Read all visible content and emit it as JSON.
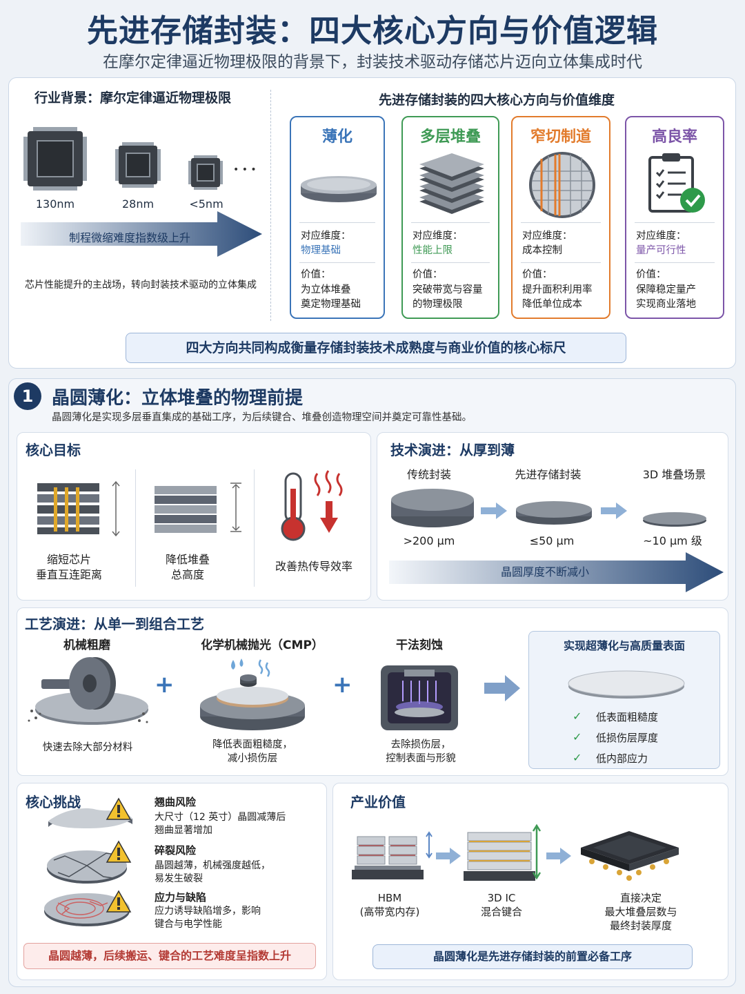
{
  "title": "先进存储封装：四大核心方向与价值逻辑",
  "subtitle": "在摩尔定律逼近物理极限的背景下，封装技术驱动存储芯片迈向立体集成时代",
  "background": {
    "heading": "行业背景：摩尔定律逼近物理极限",
    "nodes": [
      "130nm",
      "28nm",
      "<5nm"
    ],
    "dots": "• • •",
    "arrow_label": "制程微缩难度指数级上升",
    "note": "芯片性能提升的主战场，转向封装技术驱动的立体集成"
  },
  "directions": {
    "heading": "先进存储封装的四大核心方向与价值维度",
    "dim_label": "对应维度：",
    "val_label": "价值：",
    "cards": [
      {
        "title": "薄化",
        "dimension": "物理基础",
        "value1": "为立体堆叠",
        "value2": "奠定物理基础",
        "color": "#3a74b8",
        "icon": "wafer-thin-icon"
      },
      {
        "title": "多层堆叠",
        "dimension": "性能上限",
        "value1": "突破带宽与容量",
        "value2": "的物理极限",
        "color": "#3f9a55",
        "icon": "stacked-layers-icon"
      },
      {
        "title": "窄切制道",
        "dimension": "成本控制",
        "value1": "提升面积利用率",
        "value2": "降低单位成本",
        "color": "#e27b2c",
        "icon": "wafer-dicing-icon"
      },
      {
        "title": "高良率",
        "dimension": "量产可行性",
        "value1": "保障稳定量产",
        "value2": "实现商业落地",
        "color": "#7c55a8",
        "icon": "checklist-icon"
      }
    ],
    "summary": "四大方向共同构成衡量存储封装技术成熟度与商业价值的核心标尺"
  },
  "section1": {
    "number": "1",
    "title": "晶圆薄化：立体堆叠的物理前提",
    "desc": "晶圆薄化是实现多层垂直集成的基础工序，为后续键合、堆叠创造物理空间并奠定可靠性基础。",
    "goals": {
      "heading": "核心目标",
      "items": [
        {
          "line1": "缩短芯片",
          "line2": "垂直互连距离"
        },
        {
          "line1": "降低堆叠",
          "line2": "总高度"
        },
        {
          "line1": "改善热传导效率",
          "line2": ""
        }
      ]
    },
    "evolution": {
      "heading": "技术演进：从厚到薄",
      "stages": [
        {
          "name": "传统封装",
          "thickness": ">200 μm"
        },
        {
          "name": "先进存储封装",
          "thickness": "≤50 μm"
        },
        {
          "name": "3D 堆叠场景",
          "thickness": "~10 μm 级"
        }
      ],
      "arrow_label": "晶圆厚度不断减小"
    },
    "process": {
      "heading": "工艺演进：从单一到组合工艺",
      "steps": [
        {
          "name": "机械粗磨",
          "desc1": "快速去除大部分材料",
          "desc2": ""
        },
        {
          "name": "化学机械抛光（CMP）",
          "desc1": "降低表面粗糙度，",
          "desc2": "减小损伤层"
        },
        {
          "name": "干法刻蚀",
          "desc1": "去除损伤层，",
          "desc2": "控制表面与形貌"
        }
      ],
      "plus": "+",
      "result_title": "实现超薄化与高质量表面",
      "results": [
        "低表面粗糙度",
        "低损伤层厚度",
        "低内部应力"
      ]
    },
    "challenges": {
      "heading": "核心挑战",
      "items": [
        {
          "title": "翘曲风险",
          "d1": "大尺寸（12 英寸）晶圆减薄后",
          "d2": "翘曲显著增加"
        },
        {
          "title": "碎裂风险",
          "d1": "晶圆越薄，机械强度越低，",
          "d2": "易发生破裂"
        },
        {
          "title": "应力与缺陷",
          "d1": "应力诱导缺陷增多，影响",
          "d2": "键合与电学性能"
        }
      ],
      "warning": "晶圆越薄，后续搬运、键合的工艺难度呈指数上升"
    },
    "value": {
      "heading": "产业价值",
      "items": [
        {
          "l1": "HBM",
          "l2": "(高带宽内存)"
        },
        {
          "l1": "3D IC",
          "l2": "混合键合"
        },
        {
          "l1": "直接决定",
          "l2": "最大堆叠层数与",
          "l3": "最终封装厚度"
        }
      ],
      "summary": "晶圆薄化是先进存储封装的前置必备工序"
    }
  }
}
